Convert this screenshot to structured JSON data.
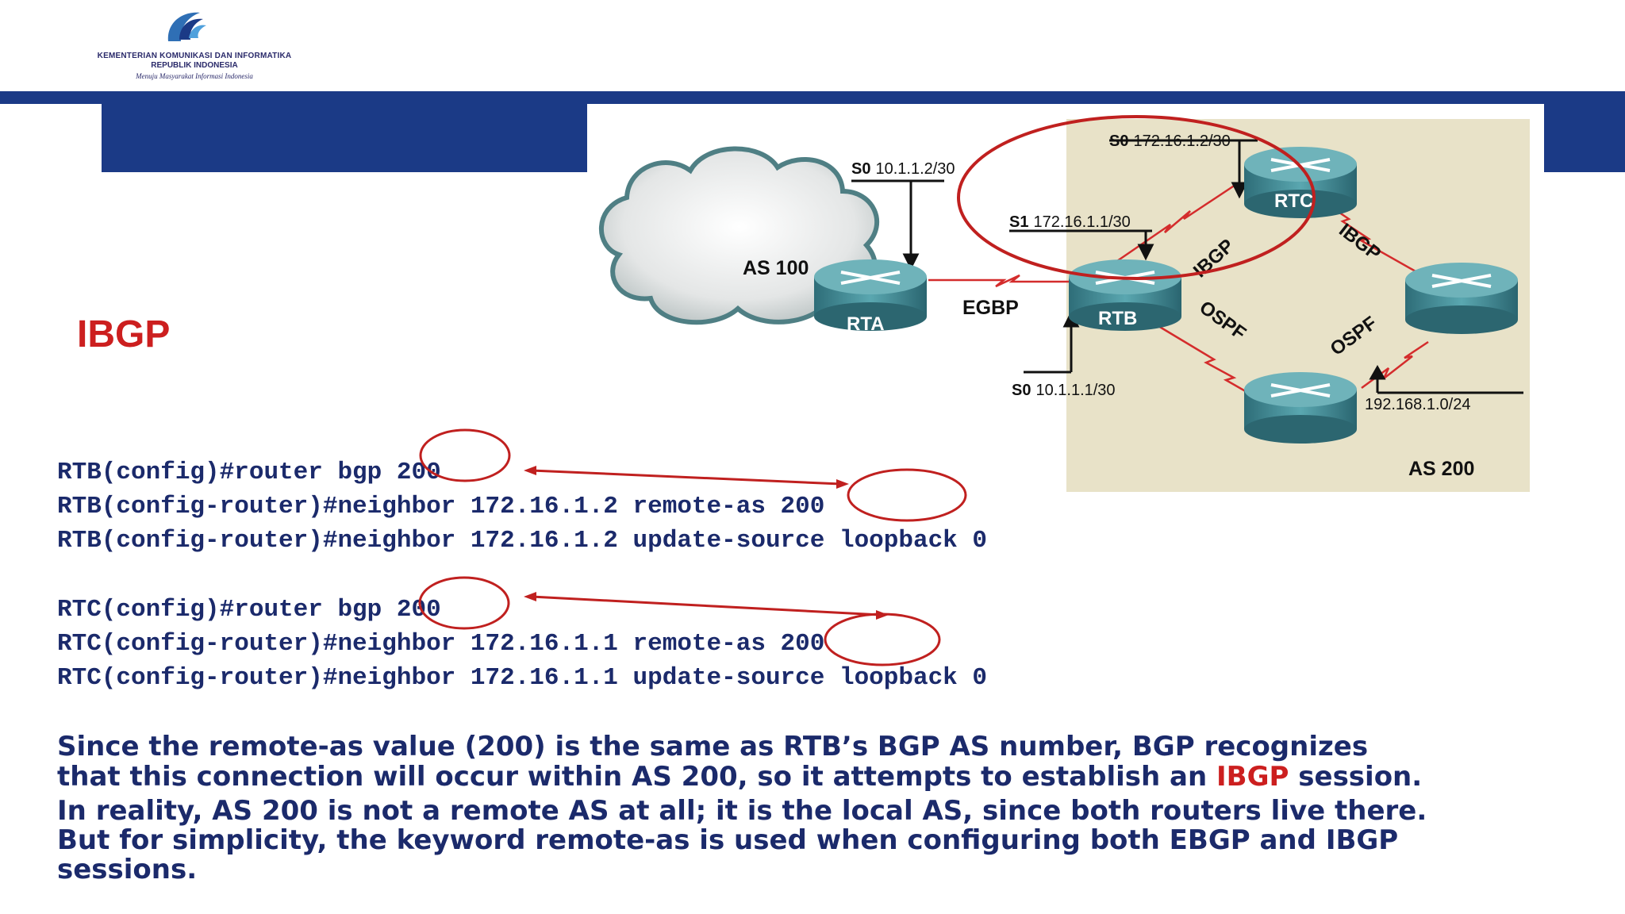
{
  "header": {
    "ministry_line1": "KEMENTERIAN KOMUNIKASI DAN INFORMATIKA",
    "ministry_line2": "REPUBLIK INDONESIA",
    "tagline": "Menuju Masyarakat Informasi Indonesia"
  },
  "slide": {
    "title": "IBGP"
  },
  "diagram": {
    "as100_label": "AS 100",
    "as200_label": "AS 200",
    "rta": "RTA",
    "rtb": "RTB",
    "rtc": "RTC",
    "egbp": "EGBP",
    "ibgp_rtb_rtc": "IBGP",
    "ibgp_rtc_right": "IBGP",
    "ospf_rtb_bottom": "OSPF",
    "ospf_bottom_right": "OSPF",
    "s0_rta": "10.1.1.2/30",
    "s0_rta_if": "S0",
    "s0_rtc": "172.16.1.2/30",
    "s0_rtc_if": "S0",
    "s1_rtb": "172.16.1.1/30",
    "s1_rtb_if": "S1",
    "s0_rtb": "10.1.1.1/30",
    "s0_rtb_if": "S0",
    "net_bottom": "192.168.1.0/24"
  },
  "code": {
    "rtb_1": "RTB(config)#router bgp 200",
    "rtb_2": "RTB(config-router)#neighbor 172.16.1.2 remote-as 200",
    "rtb_3": "RTB(config-router)#neighbor 172.16.1.2 update-source loopback 0",
    "rtc_1": "RTC(config)#router bgp 200",
    "rtc_2": "RTC(config-router)#neighbor 172.16.1.1 remote-as 200",
    "rtc_3": "RTC(config-router)#neighbor 172.16.1.1 update-source loopback 0"
  },
  "explanation": {
    "line1": "Since the remote-as value (200) is the same as RTB’s BGP AS number, BGP recognizes",
    "line2_a": "that this connection will occur within AS 200, so it attempts to establish an ",
    "line2_em": "IBGP",
    "line2_b": " session.",
    "line3": "In reality, AS 200 is not a remote AS at all; it is the local AS, since both routers live there.",
    "line4": "But for simplicity, the keyword remote-as is used when configuring both EBGP and IBGP",
    "line5": "sessions."
  },
  "colors": {
    "navy": "#1b3a86",
    "text": "#1b2a6b",
    "accent_red": "#cc1f1f",
    "panel": "#e8e2c8",
    "router": "#3f8e98"
  }
}
